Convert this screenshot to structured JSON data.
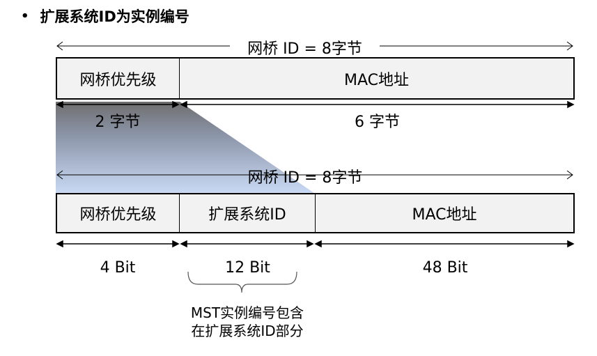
{
  "title": "扩展系统ID为实例编号",
  "top_bridge_id": "网桥 ID = 8字节",
  "top_fields": [
    "网桥优先级",
    "MAC地址"
  ],
  "top_sizes": [
    "2 字节",
    "6 字节"
  ],
  "bottom_bridge_id": "网桥 ID = 8字节",
  "bottom_fields": [
    "网桥优先级",
    "扩展系统ID",
    "MAC地址"
  ],
  "bottom_sizes": [
    "4 Bit",
    "12 Bit",
    "48 Bit"
  ],
  "note_lines": [
    "MST实例编号包含",
    "在扩展系统ID部分"
  ]
}
